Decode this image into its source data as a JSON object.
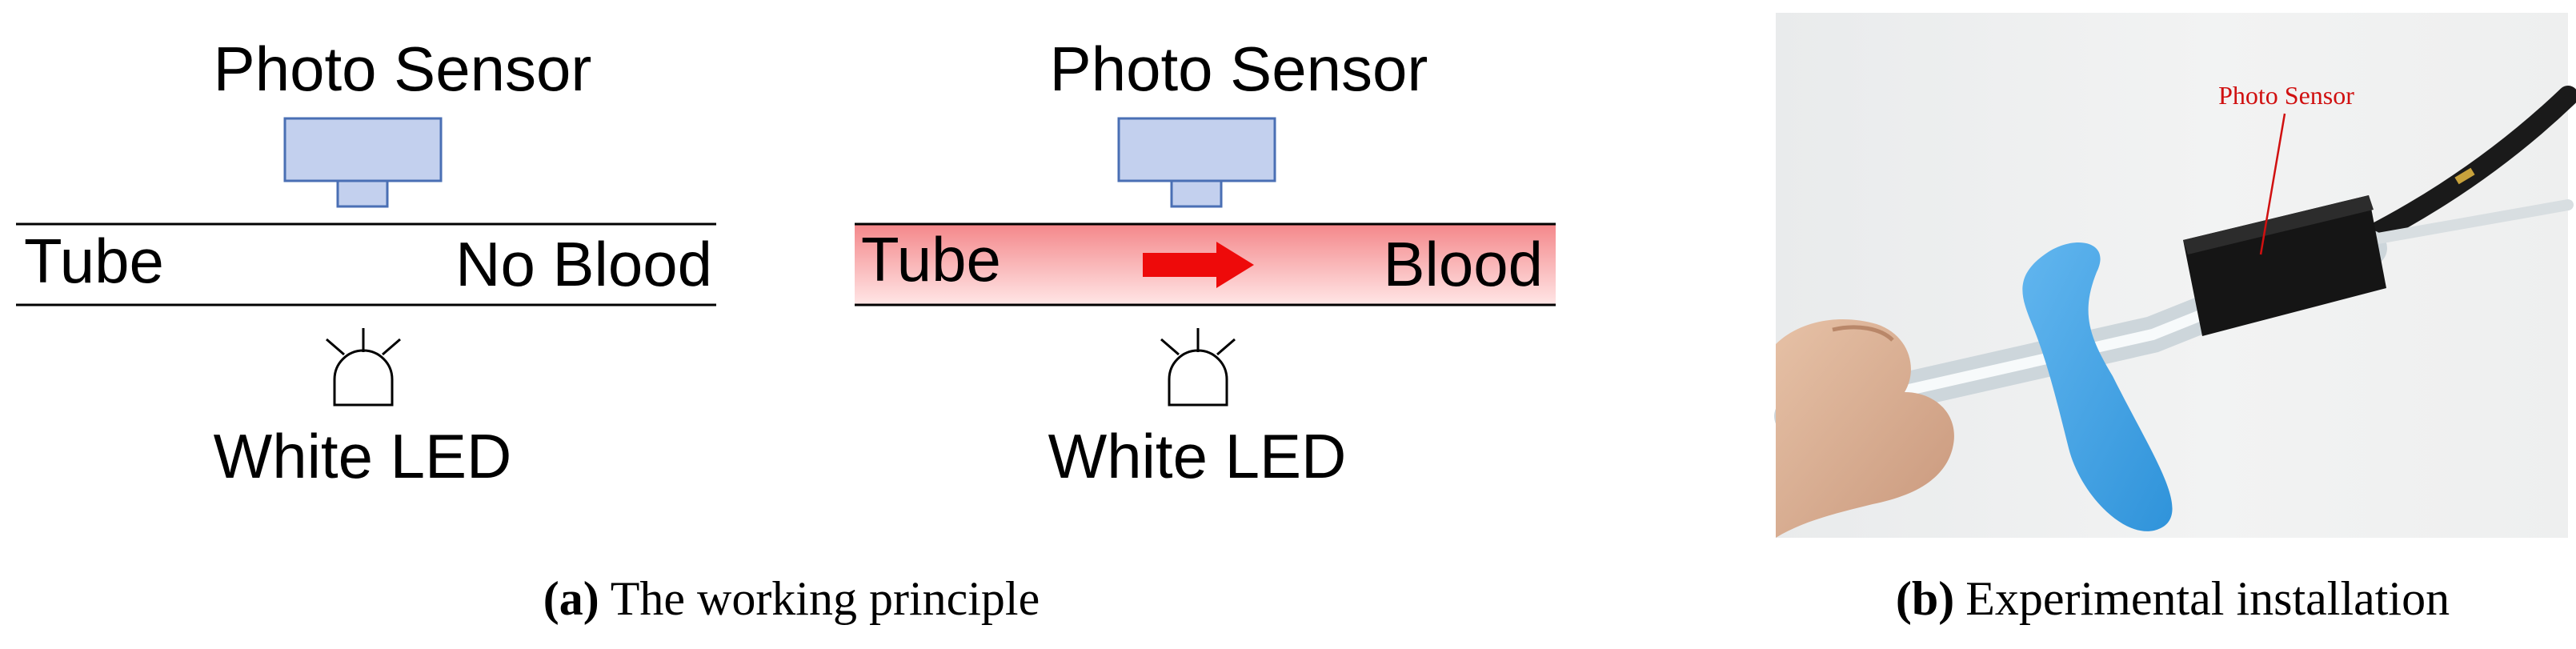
{
  "panel_a": {
    "diagram_no_blood": {
      "sensor_label": "Photo Sensor",
      "tube_label": "Tube",
      "state_label": "No Blood",
      "led_label": "White LED"
    },
    "diagram_blood": {
      "sensor_label": "Photo Sensor",
      "tube_label": "Tube",
      "state_label": "Blood",
      "led_label": "White LED"
    },
    "caption_letter": "(a)",
    "caption_text": "The working principle"
  },
  "panel_b": {
    "photo_label": "Photo Sensor",
    "caption_letter": "(b)",
    "caption_text": "Experimental installation"
  },
  "colors": {
    "sensor_fill": "#c3d0ee",
    "sensor_stroke": "#4a6fb4",
    "blood_deep": "#f58c8c",
    "blood_light": "#ffe3e3",
    "arrow": "#ee0a0a",
    "photo_annotation": "#d01010"
  }
}
